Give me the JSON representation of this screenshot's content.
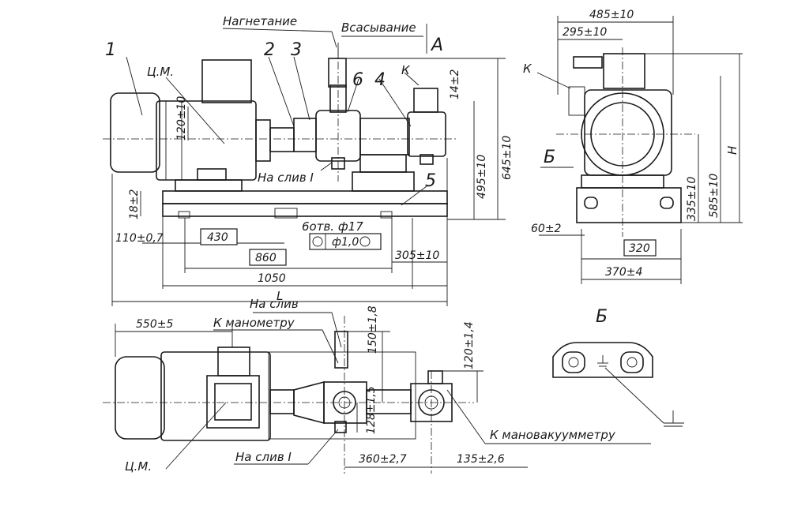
{
  "labels": {
    "num_1": "1",
    "num_2": "2",
    "num_3": "3",
    "num_4": "4",
    "num_5": "5",
    "num_6": "6",
    "center_mass_top": "Ц.М.",
    "center_mass_bottom": "Ц.М.",
    "discharge": "Нагнетание",
    "suction": "Всасывание",
    "view_a": "А",
    "view_b_arrow": "Б",
    "view_b_title": "Б",
    "k_left": "К",
    "k_right": "К",
    "drain_1_top": "На слив I",
    "drain_1_bottom": "На слив I",
    "drain": "На слив",
    "to_manometer": "К манометру",
    "to_vacuum_manometer": "К мановакуумметру",
    "holes": "6отв. ф17",
    "tolerance": "ф1,0",
    "dim_L": "L",
    "dim_H": "H"
  },
  "dimensions": {
    "d_485": "485±10",
    "d_295": "295±10",
    "d_14": "14±2",
    "d_120_10": "120±10",
    "d_645": "645±10",
    "d_495": "495±10",
    "d_585": "585±10",
    "d_335": "335±10",
    "d_18": "18±2",
    "d_110": "110±0,7",
    "d_430": "430",
    "d_860": "860",
    "d_305": "305±10",
    "d_1050": "1050",
    "d_60": "60±2",
    "d_320": "320",
    "d_370": "370±4",
    "d_550": "550±5",
    "d_150": "150±1,8",
    "d_120_14": "120±1,4",
    "d_128": "128±1,5",
    "d_360": "360±2,7",
    "d_135": "135±2,6"
  }
}
